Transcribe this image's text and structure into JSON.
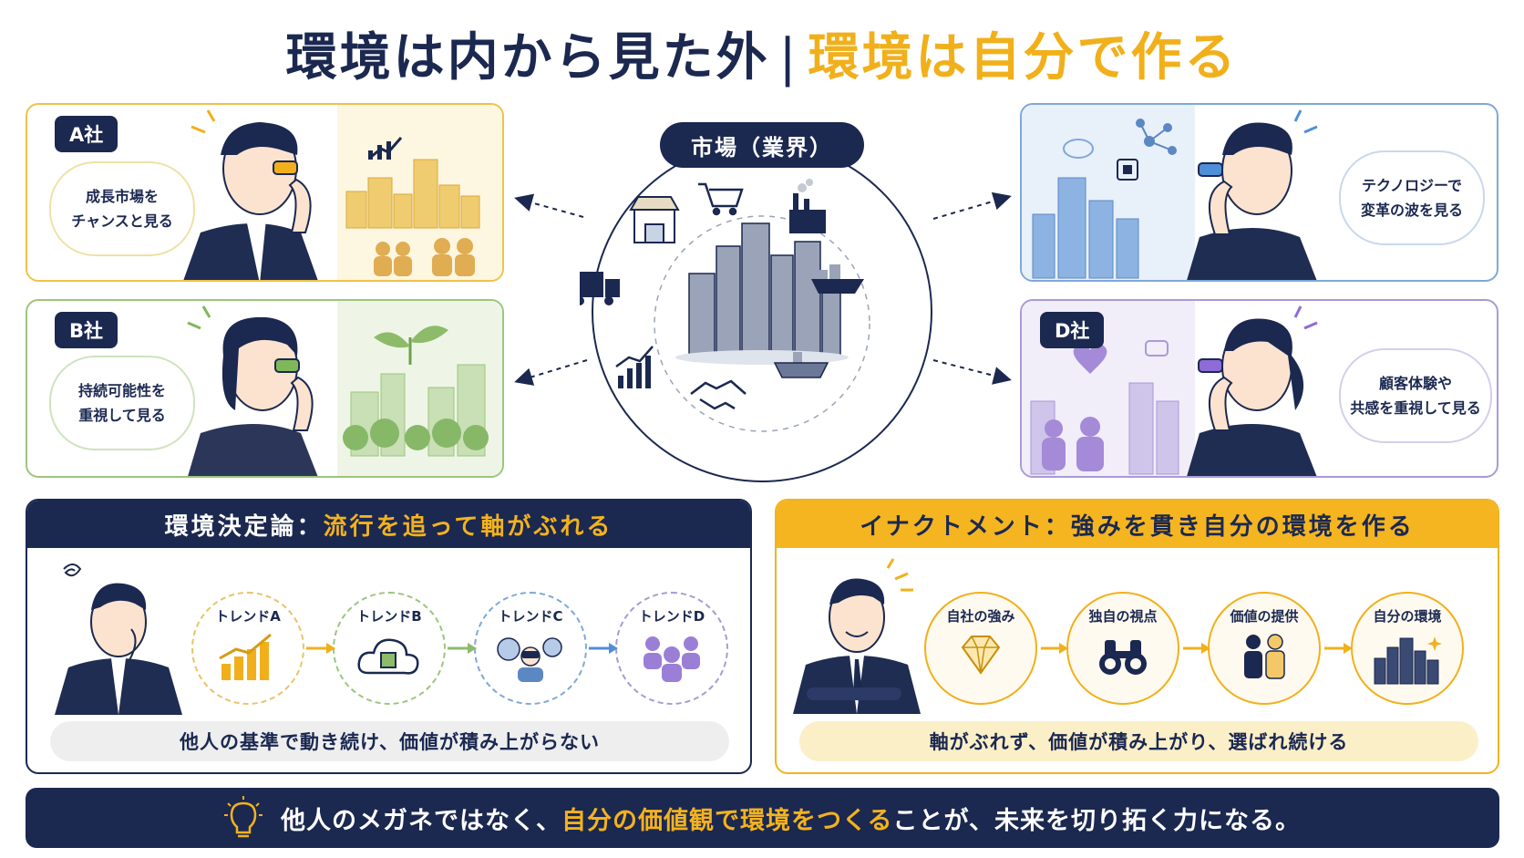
{
  "title": {
    "left": "環境は内から見た外",
    "separator": "|",
    "right": "環境は自分で作る"
  },
  "cards": {
    "a": {
      "tag": "A社",
      "thought_line1": "成長市場を",
      "thought_line2": "チャンスと見る"
    },
    "b": {
      "tag": "B社",
      "thought_line1": "持続可能性を",
      "thought_line2": "重視して見る"
    },
    "c": {
      "thought_line1": "テクノロジーで",
      "thought_line2": "変革の波を見る"
    },
    "d": {
      "tag": "D社",
      "thought_line1": "顧客体験や",
      "thought_line2": "共感を重視して見る"
    }
  },
  "market": {
    "label": "市場（業界）"
  },
  "determinism": {
    "header_prefix": "環境決定論：",
    "header_highlight": "流行を追って軸がぶれる",
    "steps": [
      "トレンドA",
      "トレンドB",
      "トレンドC",
      "トレンドD"
    ],
    "bottom": "他人の基準で動き続け、価値が積み上がらない"
  },
  "enactment": {
    "header": "イナクトメント：強みを貫き自分の環境を作る",
    "steps": [
      "自社の強み",
      "独自の視点",
      "価値の提供",
      "自分の環境"
    ],
    "bottom": "軸がぶれず、価値が積み上がり、選ばれ続ける"
  },
  "footer": {
    "prefix": "他人のメガネではなく、",
    "highlight": "自分の価値観で環境をつくる",
    "suffix": "ことが、未来を切り拓く力になる。"
  },
  "colors": {
    "navy": "#1b2850",
    "gold": "#f3b21e",
    "green": "#8dbb6a",
    "blue": "#7fa8d8",
    "purple": "#a99ad6"
  }
}
